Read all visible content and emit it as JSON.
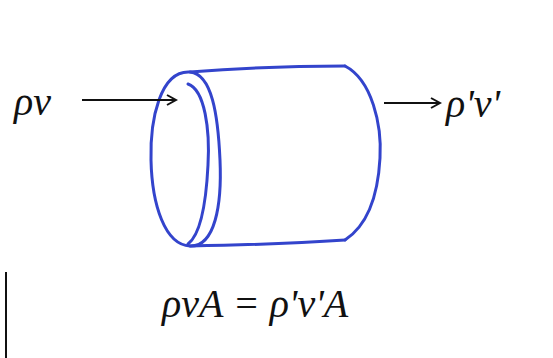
{
  "diagram": {
    "labels": [
      "ρv",
      "ρ'v'",
      "ρvA = ρ'v'A"
    ]
  }
}
